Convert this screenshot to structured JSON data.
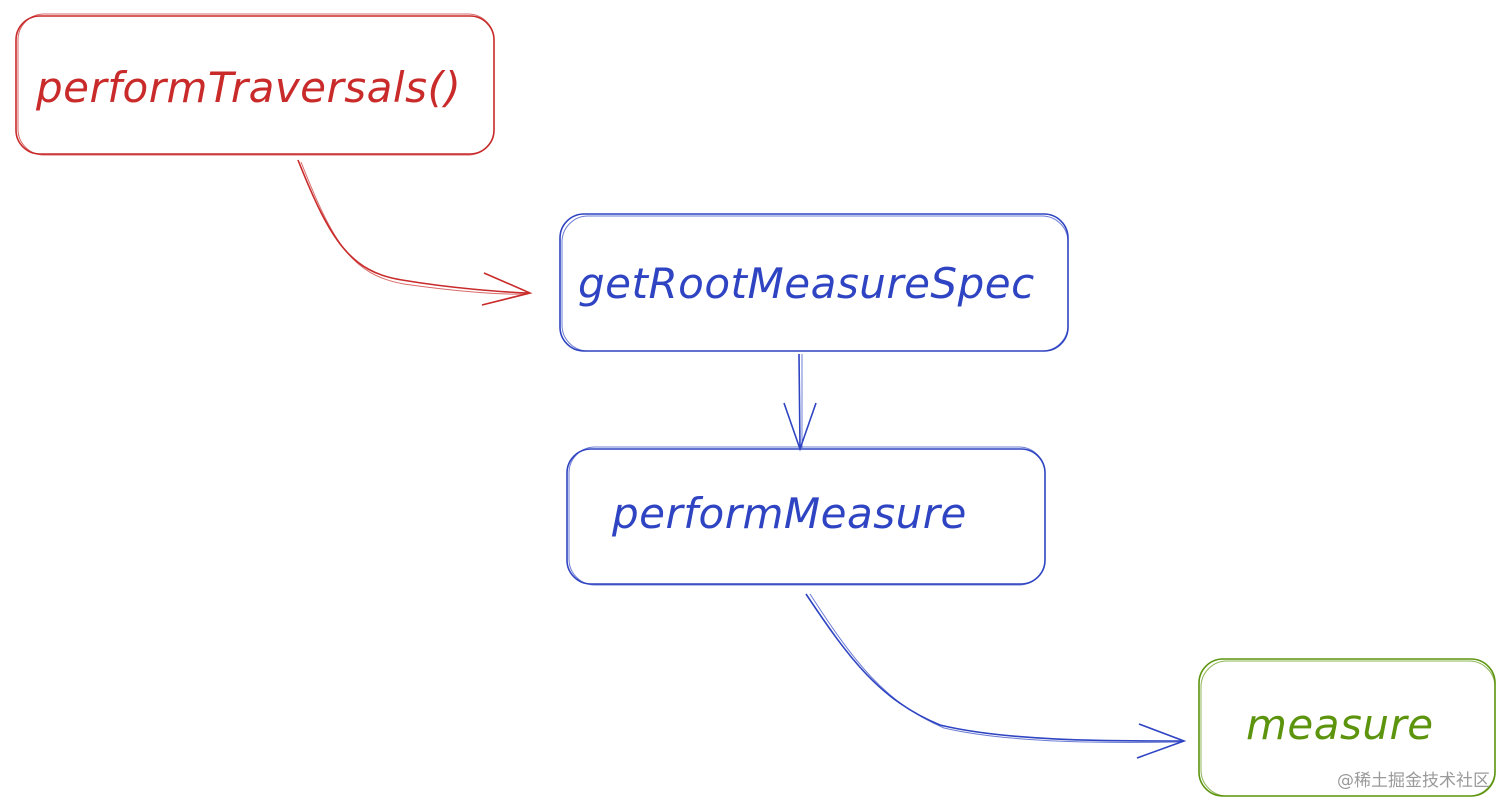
{
  "diagram": {
    "nodes": [
      {
        "id": "performTraversals",
        "label": "performTraversals()",
        "color": "#c92a2a"
      },
      {
        "id": "getRootMeasureSpec",
        "label": "getRootMeasureSpec",
        "color": "#2f44c2"
      },
      {
        "id": "performMeasure",
        "label": "performMeasure",
        "color": "#2f44c2"
      },
      {
        "id": "measure",
        "label": "measure",
        "color": "#5c940d"
      }
    ],
    "edges": [
      {
        "from": "performTraversals",
        "to": "getRootMeasureSpec",
        "color": "#c92a2a"
      },
      {
        "from": "getRootMeasureSpec",
        "to": "performMeasure",
        "color": "#2f44c2"
      },
      {
        "from": "performMeasure",
        "to": "measure",
        "color": "#2f44c2"
      }
    ]
  },
  "watermark": {
    "text": "@稀土掘金技术社区",
    "color": "#9a9a9a"
  }
}
